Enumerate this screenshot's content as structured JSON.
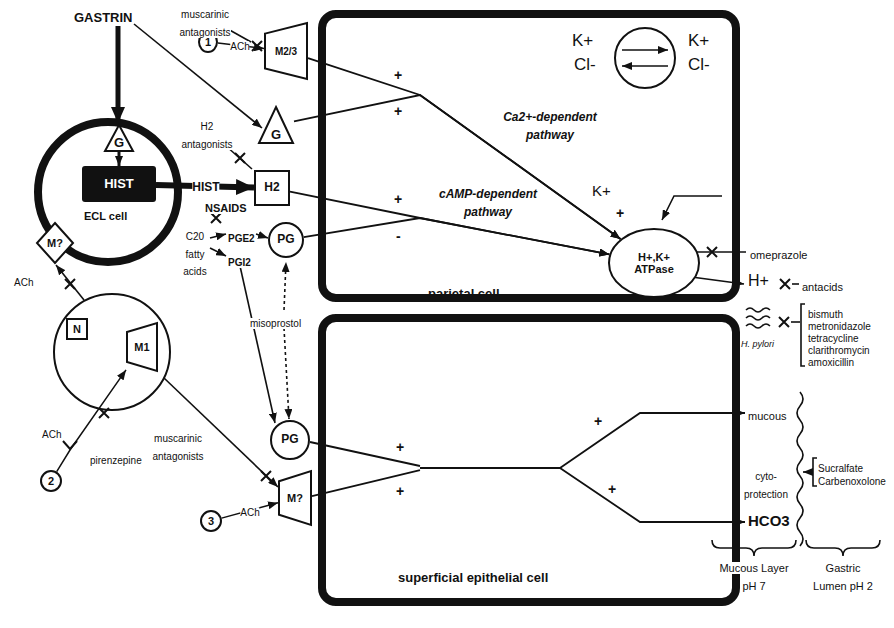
{
  "diagram": {
    "nodes": [
      {
        "text": [
          "ECL cell"
        ]
      },
      {
        "text": [
          "G"
        ],
        "in": 0
      },
      {
        "text": [
          "HIST"
        ],
        "in": 0
      },
      {
        "text": [
          "M?"
        ],
        "in": 0
      },
      {
        "text": [
          "1"
        ]
      },
      {
        "text": [
          "parietal cell"
        ]
      },
      {
        "text": [
          "H+,K+ ATPase"
        ],
        "in": 5
      },
      {
        "text": [
          "M2/3"
        ]
      },
      {
        "text": [
          "G"
        ]
      },
      {
        "text": [
          "H2"
        ]
      },
      {
        "text": [
          "PG"
        ]
      },
      {
        "text": [
          "N"
        ]
      },
      {
        "text": [
          "M1"
        ]
      },
      {
        "text": [
          "2"
        ]
      },
      {
        "text": [
          "superficial epithelial cell"
        ]
      },
      {
        "text": [
          "PG"
        ]
      },
      {
        "text": [
          "M?"
        ]
      },
      {
        "text": [
          "3"
        ]
      }
    ],
    "edges": [
      {
        "from": 1,
        "to": 2,
        "arrow": "to"
      },
      {
        "from": 2,
        "to": 9,
        "label": "HIST",
        "arrow": "to"
      },
      {
        "from": 7,
        "to": 6,
        "label": "Ca2+-dependent pathway",
        "arrow": "to"
      },
      {
        "from": 8,
        "to": 6,
        "arrow": "to"
      },
      {
        "from": 9,
        "to": 6,
        "label": "cAMP-dependent pathway",
        "arrow": "to"
      },
      {
        "from": 10,
        "to": 6,
        "arrow": "to"
      },
      {
        "from": 4,
        "to": 7,
        "label": "ACh",
        "arrow": "to"
      },
      {
        "from": 13,
        "to": 12,
        "arrow": "to"
      },
      {
        "from": 17,
        "to": 16,
        "label": "ACh",
        "arrow": "to"
      }
    ],
    "labels": [
      "GASTRIN",
      "muscarinic antagonists",
      "H2 antagonists",
      "NSAIDS",
      "C20 fatty acids",
      "PGE2",
      "PGI2",
      "misoprostol",
      "muscarinic antagonists",
      "ACh",
      "ACh",
      "pirenzepine",
      "+",
      "+",
      "+",
      "+",
      "-",
      "K+",
      "Cl-",
      "K+",
      "Cl-",
      "K+",
      "omeprazole",
      "H+",
      "antacids",
      "H. pylori",
      "bismuth",
      "metronidazole",
      "tetracycline",
      "clarithromycin",
      "amoxicillin",
      "+",
      "+",
      "+",
      "+",
      "mucous",
      "cyto- protection",
      "Sucralfate",
      "Carbenoxolone",
      "HCO3",
      "Mucous Layer pH 7",
      "Gastric Lumen pH 2"
    ]
  }
}
